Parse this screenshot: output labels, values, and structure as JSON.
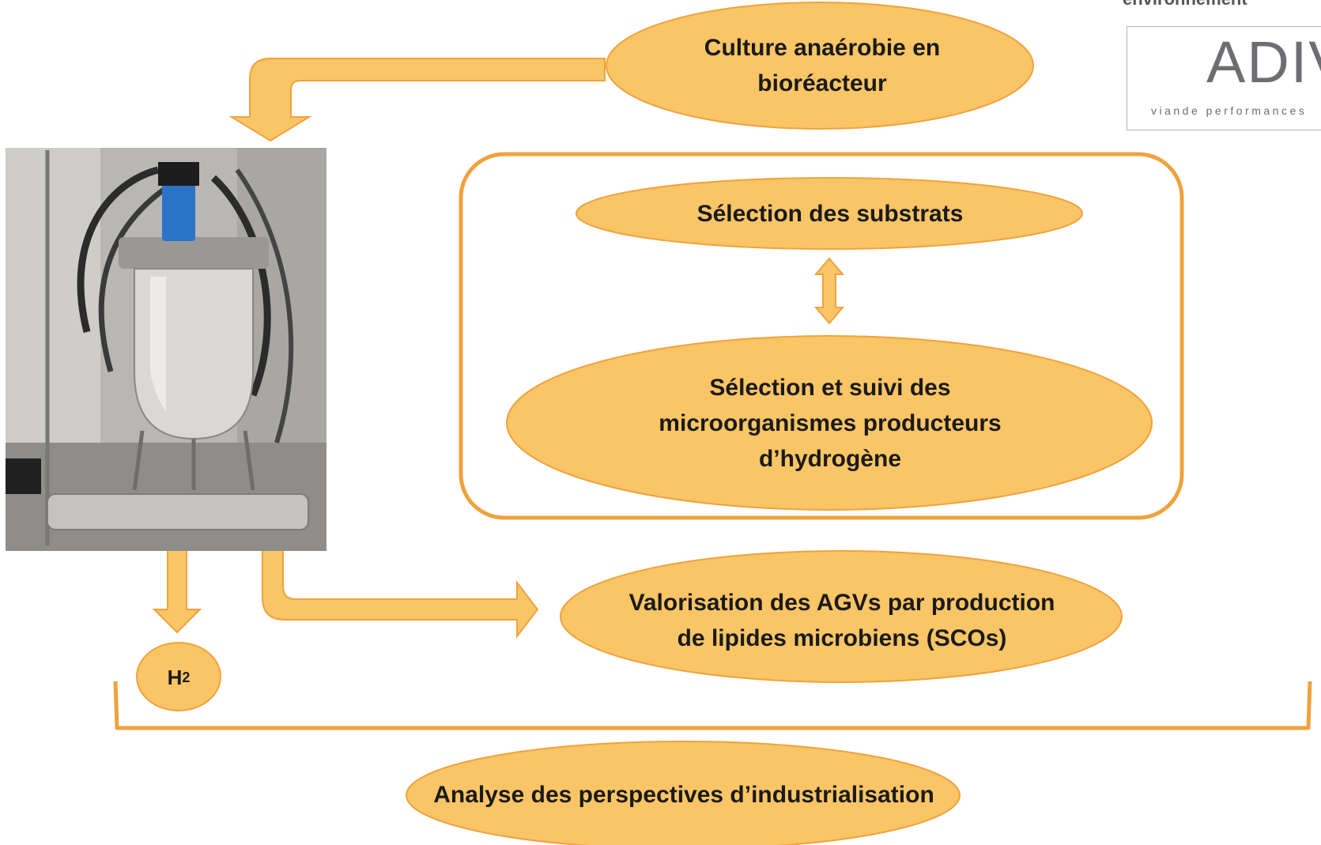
{
  "colors": {
    "ellipse_fill": "#f9c566",
    "ellipse_stroke": "#f0a23d",
    "arrow_fill": "#f9c566",
    "arrow_stroke": "#f0a23d",
    "frame_stroke": "#f0a23d",
    "bracket_stroke": "#f0a23d"
  },
  "nodes": {
    "culture": [
      "Culture anaérobie en",
      "bioréacteur"
    ],
    "substrats": [
      "Sélection des substrats"
    ],
    "microorganismes": [
      "Sélection  et suivi des",
      "microorganismes producteurs",
      "d’hydrogène"
    ],
    "valorisation": [
      "Valorisation des AGVs par production",
      "de lipides microbiens (SCOs)"
    ],
    "h2": {
      "base": "H",
      "sub": "2"
    },
    "perspectives": [
      "Analyse des perspectives d’industrialisation"
    ]
  },
  "top_cut_text": "environnement",
  "logo": {
    "word": "ADIV",
    "subtitle": "viande performances"
  },
  "photo": {
    "subject": "bioreactor-photo"
  }
}
